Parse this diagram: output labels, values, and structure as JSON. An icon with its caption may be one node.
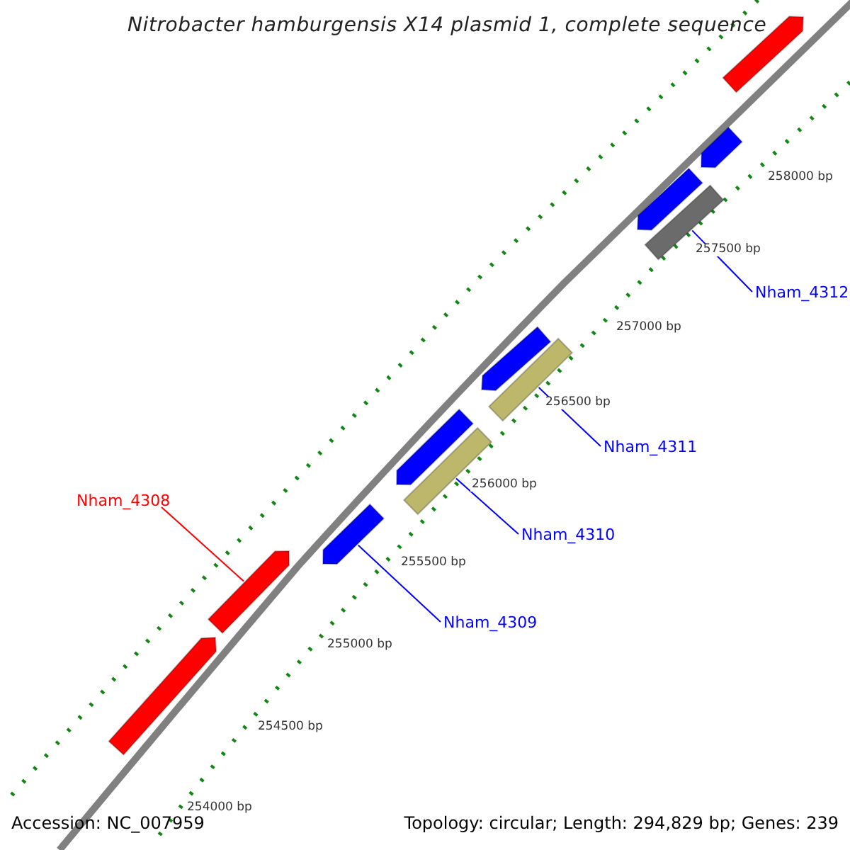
{
  "diagram": {
    "title": "Nitrobacter hamburgensis X14 plasmid 1, complete sequence",
    "nodes": [
      {
        "text": [
          "Nham_4308"
        ]
      },
      {
        "text": [
          "Nham_4309"
        ]
      },
      {
        "text": [
          "Nham_4310"
        ]
      },
      {
        "text": [
          "Nham_4311"
        ]
      },
      {
        "text": [
          "Nham_4312"
        ]
      },
      {
        "text": [],
        "shape": "bar"
      },
      {
        "text": [],
        "shape": "bar"
      },
      {
        "text": [],
        "shape": "bar"
      },
      {
        "text": [],
        "shape": "bar"
      },
      {
        "text": [],
        "shape": "bar"
      },
      {
        "text": [],
        "shape": "bar"
      },
      {
        "text": [],
        "shape": "bar"
      },
      {
        "text": [],
        "shape": "bar"
      },
      {
        "text": [],
        "shape": "bar"
      },
      {
        "text": [],
        "shape": "bar"
      },
      {
        "text": [],
        "shape": "bar"
      }
    ],
    "edges": [
      {
        "from": 0,
        "to": 14,
        "arrow": "none",
        "color": "#ff0000"
      },
      {
        "from": 1,
        "to": 13,
        "arrow": "none"
      },
      {
        "from": 2,
        "to": 12,
        "arrow": "none"
      },
      {
        "from": 3,
        "to": 10,
        "arrow": "none"
      },
      {
        "from": 4,
        "to": 8,
        "arrow": "none"
      }
    ],
    "labels": [
      "258000 bp",
      "257500 bp",
      "257000 bp",
      "256500 bp",
      "256000 bp",
      "255500 bp",
      "255000 bp",
      "254500 bp",
      "254000 bp",
      "Accession: NC_007959",
      "Topology: circular; Length: 294,829 bp; Genes: 239"
    ]
  }
}
